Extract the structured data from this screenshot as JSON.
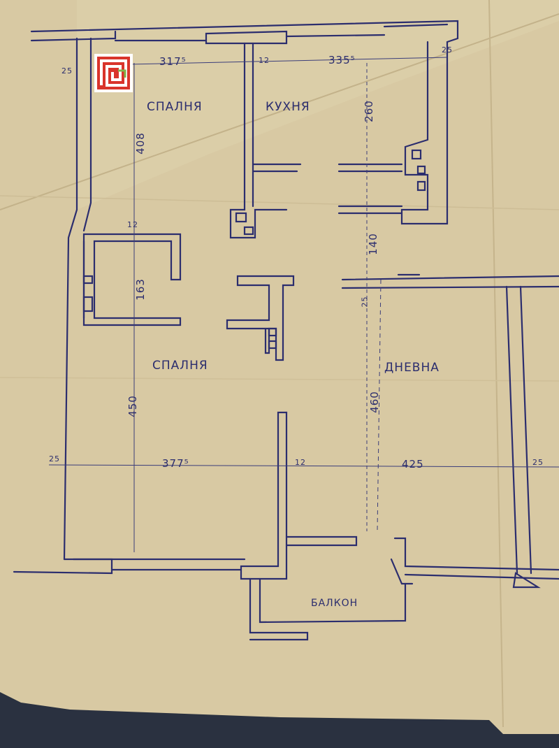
{
  "rooms": {
    "bedroom_top": "СПАЛНЯ",
    "kitchen": "КУХНЯ",
    "bedroom_main": "СПАЛНЯ",
    "living": "ДНЕВНА",
    "balcony": "БАЛКОН"
  },
  "dimensions": {
    "top_left_wall": "25",
    "top_right_wall": "25",
    "width_bedroom_top": "317⁵",
    "partition_top": "12",
    "width_kitchen": "335⁵",
    "height_bedroom_top": "408",
    "height_kitchen": "260",
    "partition_mid": "12",
    "height_corridor": "140",
    "height_bath": "163",
    "living_wall": "25",
    "height_bedroom_main": "450",
    "height_living": "460",
    "bottom_left_wall": "25",
    "width_bedroom_main": "377⁵",
    "partition_bottom": "12",
    "width_living": "425",
    "bottom_right_wall": "25"
  },
  "colors": {
    "paper": "#d8c9a3",
    "ink": "#2b2d6e",
    "logo_red": "#d9342b"
  },
  "logo": {
    "name": "agency-logo"
  }
}
